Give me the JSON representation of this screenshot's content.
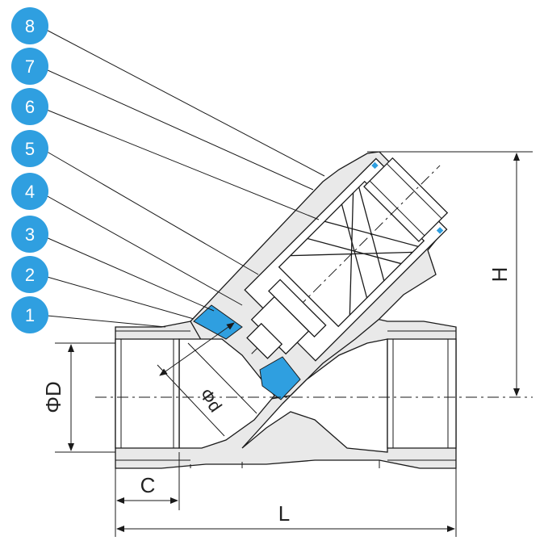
{
  "callouts": [
    {
      "label": "8"
    },
    {
      "label": "7"
    },
    {
      "label": "6"
    },
    {
      "label": "5"
    },
    {
      "label": "4"
    },
    {
      "label": "3"
    },
    {
      "label": "2"
    },
    {
      "label": "1"
    }
  ],
  "dimensions": {
    "H": "H",
    "D": "ΦD",
    "d": "Φd",
    "C": "C",
    "L": "L"
  },
  "colors": {
    "callout": "#2f9fe0",
    "seal": "#2f9fe0",
    "body_fill": "#e9e9e9"
  }
}
